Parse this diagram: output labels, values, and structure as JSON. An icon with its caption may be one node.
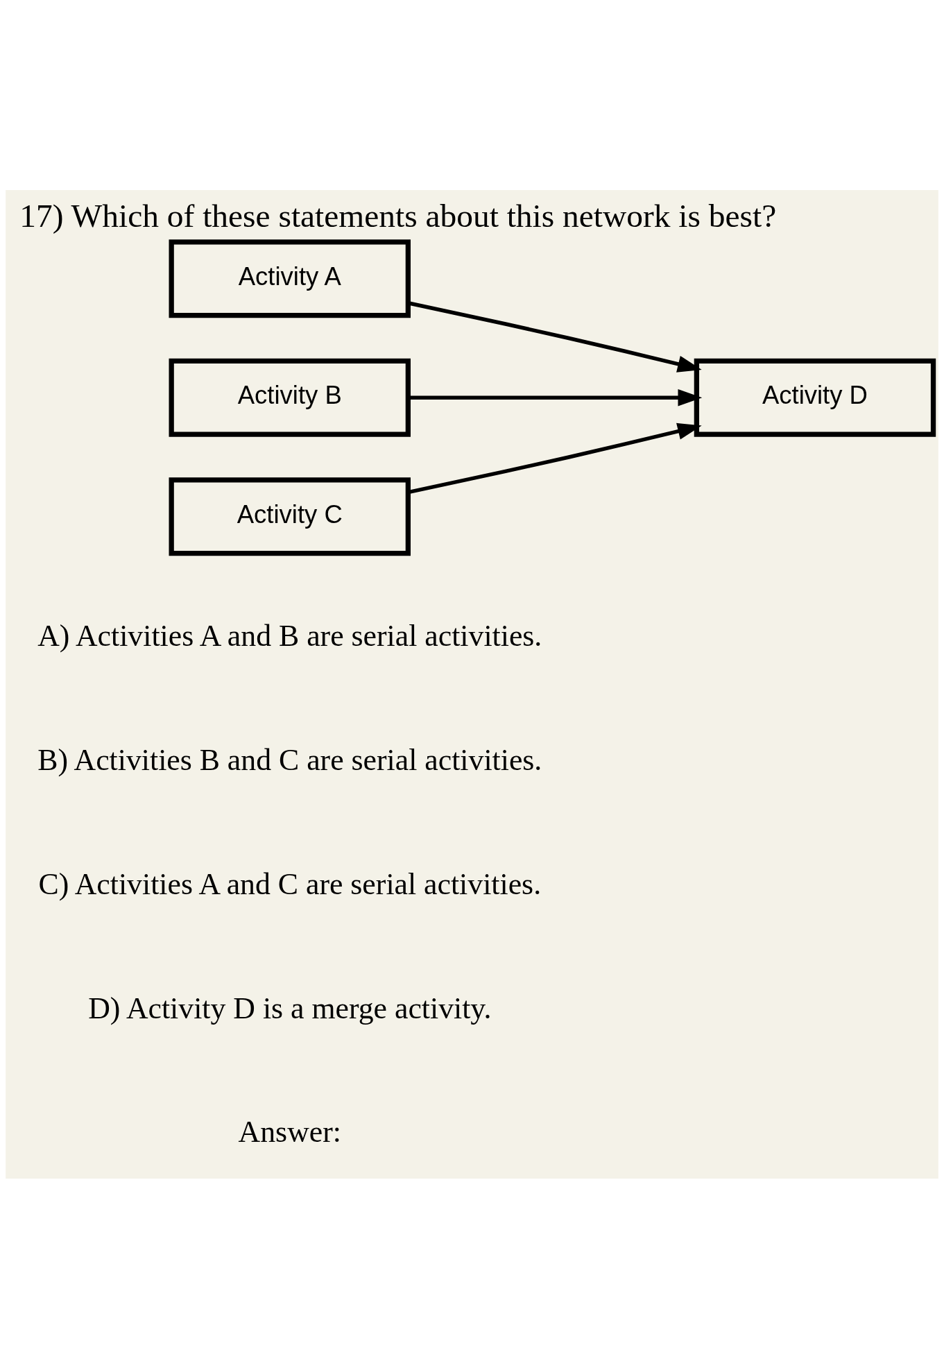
{
  "diagram": {
    "title": "17) Which of these statements about this network is best?",
    "nodes": [
      {
        "text": [
          "Activity A"
        ]
      },
      {
        "text": [
          "Activity B"
        ]
      },
      {
        "text": [
          "Activity C"
        ]
      },
      {
        "text": [
          "Activity D"
        ]
      }
    ],
    "edges": [
      {
        "from": 0,
        "to": 3,
        "arrow": "to"
      },
      {
        "from": 1,
        "to": 3,
        "arrow": "to"
      },
      {
        "from": 2,
        "to": 3,
        "arrow": "to"
      }
    ],
    "labels": [
      "A) Activities A and B are serial activities.",
      "B) Activities B and C are serial activities.",
      "C) Activities A and C are serial activities.",
      "D) Activity D is a merge activity.",
      "Answer:"
    ]
  }
}
